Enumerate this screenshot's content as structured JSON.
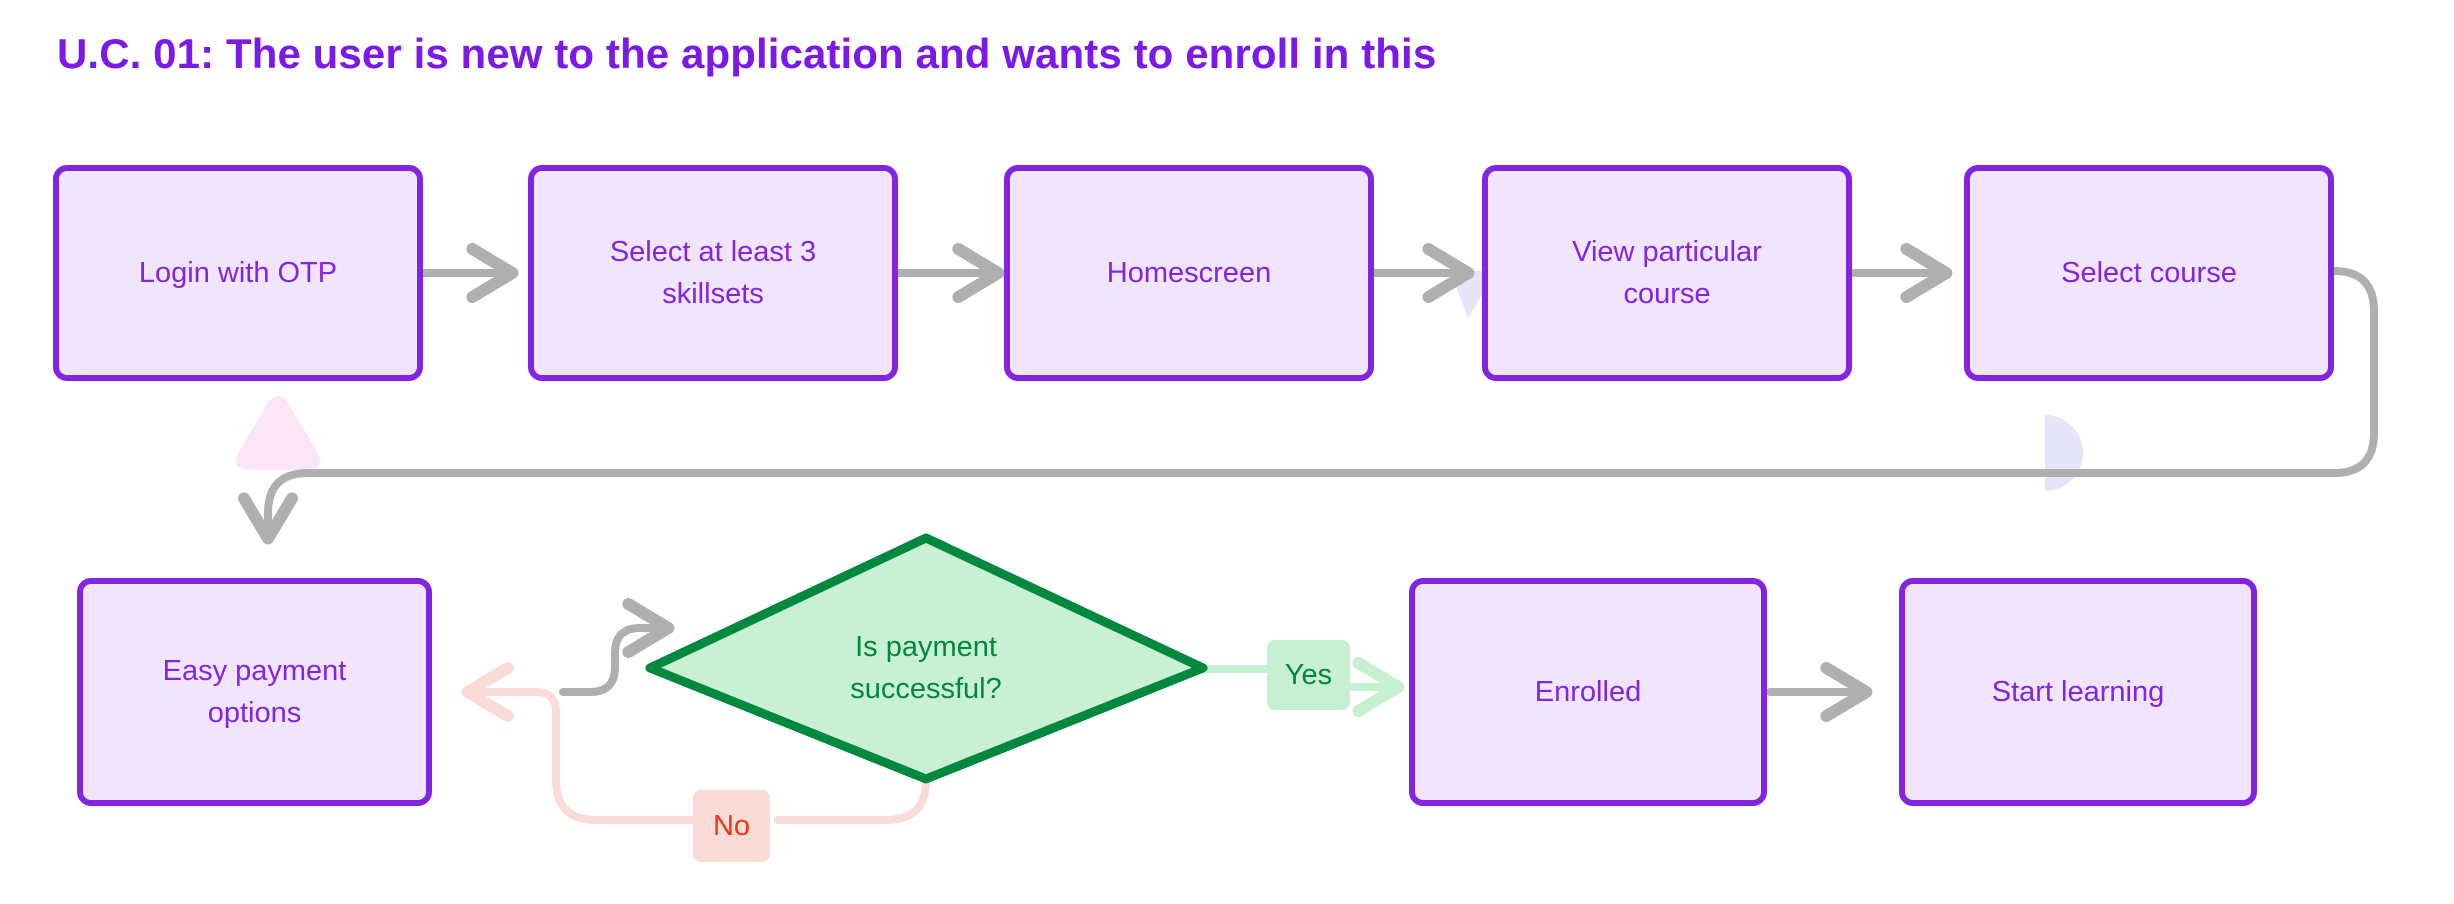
{
  "title": "U.C. 01: The user is new to the application and wants to enroll in this",
  "colors": {
    "node_border": "#8324E0",
    "node_fill": "#F1E4FD",
    "node_text": "#8324E0",
    "title_text": "#7B19E8",
    "decision_border": "#00893E",
    "decision_fill": "#C9F0D4",
    "decision_text": "#00893E",
    "arrow_gray": "#AFAFAF",
    "yes_arrow": "#C7F0D2",
    "yes_label_bg": "#C7F0D2",
    "yes_label_text": "#00893E",
    "no_arrow": "#FBDBD8",
    "no_label_bg": "#FBDBD8",
    "no_label_text": "#E8381B",
    "canvas_bg": "#FFFFFF"
  },
  "nodes": [
    {
      "id": "login",
      "label": "Login with OTP",
      "shape": "process"
    },
    {
      "id": "skillsets",
      "label": "Select at least 3\nskillsets",
      "shape": "process"
    },
    {
      "id": "homescreen",
      "label": "Homescreen",
      "shape": "process"
    },
    {
      "id": "viewcourse",
      "label": "View particular\ncourse",
      "shape": "process"
    },
    {
      "id": "selectcourse",
      "label": "Select course",
      "shape": "process"
    },
    {
      "id": "payment",
      "label": "Easy payment\noptions",
      "shape": "process"
    },
    {
      "id": "decision",
      "label": "Is payment\nsuccessful?",
      "shape": "decision"
    },
    {
      "id": "enrolled",
      "label": "Enrolled",
      "shape": "process"
    },
    {
      "id": "startlearn",
      "label": "Start learning",
      "shape": "process"
    }
  ],
  "edge_labels": {
    "yes": "Yes",
    "no": "No"
  },
  "flow": [
    "login -> skillsets",
    "skillsets -> homescreen",
    "homescreen -> viewcourse",
    "viewcourse -> selectcourse",
    "selectcourse -> payment",
    "payment -> decision",
    "decision -Yes-> enrolled",
    "decision -No-> payment",
    "enrolled -> startlearn"
  ]
}
